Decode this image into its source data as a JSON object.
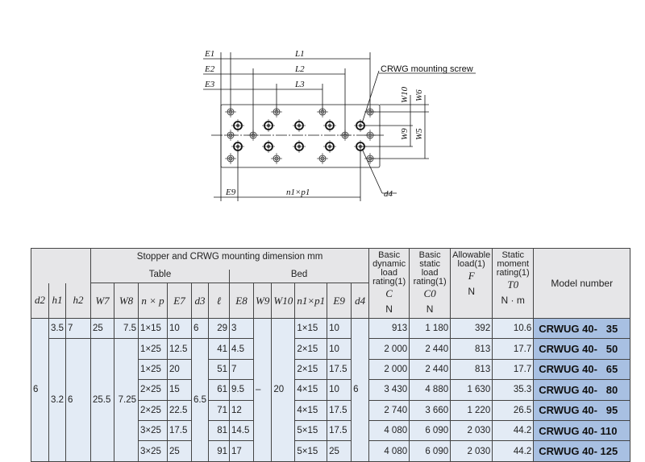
{
  "diagram": {
    "labels": {
      "E1": "E1",
      "E2": "E2",
      "E3": "E3",
      "L1": "L1",
      "L2": "L2",
      "L3": "L3",
      "W10": "W10",
      "W6": "W6",
      "W9": "W9",
      "W5": "W5",
      "E9": "E9",
      "n1p1": "n1×p1",
      "d4": "d4"
    },
    "callout": "CRWG mounting screw"
  },
  "table": {
    "group_title": "Stopper and CRWG mounting dimension   mm",
    "table_label": "Table",
    "bed_label": "Bed",
    "symbols": [
      "d2",
      "h1",
      "h2",
      "W7",
      "W8",
      "n × p",
      "E7",
      "d3",
      "ℓ",
      "E8",
      "W9",
      "W10",
      "n1×p1",
      "E9",
      "d4"
    ],
    "ratings": [
      {
        "title": "Basic dynamic load rating(1)",
        "symbol": "C",
        "unit": "N"
      },
      {
        "title": "Basic static load rating(1)",
        "symbol": "C0",
        "unit": "N"
      },
      {
        "title": "Allowable load(1)",
        "symbol": "F",
        "unit": "N"
      },
      {
        "title": "Static moment rating(1)",
        "symbol": "T0",
        "unit": "N · m"
      }
    ],
    "model_header": "Model number",
    "shared": {
      "d2": "6",
      "h1_first": "3.5",
      "h1_rest": "3.2",
      "h2_first": "7",
      "h2_rest": "6",
      "W7_first": "25",
      "W7_rest": "25.5",
      "W8_first": "7.5",
      "W8_rest": "7.25",
      "d3_first": "6",
      "d3_rest": "6.5",
      "W9": "–",
      "W10": "20",
      "d4": "6"
    },
    "rows": [
      {
        "nxp": "1×15",
        "E7": "10",
        "l": "29",
        "E8": "3",
        "n1p1": "1×15",
        "E9": "10",
        "C": "913",
        "C0": "1 180",
        "F": "392",
        "T0": "10.6",
        "model": "CRWUG 40-   35"
      },
      {
        "nxp": "1×25",
        "E7": "12.5",
        "l": "41",
        "E8": "4.5",
        "n1p1": "2×15",
        "E9": "10",
        "C": "2 000",
        "C0": "2 440",
        "F": "813",
        "T0": "17.7",
        "model": "CRWUG 40-   50"
      },
      {
        "nxp": "1×25",
        "E7": "20",
        "l": "51",
        "E8": "7",
        "n1p1": "2×15",
        "E9": "17.5",
        "C": "2 000",
        "C0": "2 440",
        "F": "813",
        "T0": "17.7",
        "model": "CRWUG 40-   65"
      },
      {
        "nxp": "2×25",
        "E7": "15",
        "l": "61",
        "E8": "9.5",
        "n1p1": "4×15",
        "E9": "10",
        "C": "3 430",
        "C0": "4 880",
        "F": "1 630",
        "T0": "35.3",
        "model": "CRWUG 40-   80"
      },
      {
        "nxp": "2×25",
        "E7": "22.5",
        "l": "71",
        "E8": "12",
        "n1p1": "4×15",
        "E9": "17.5",
        "C": "2 740",
        "C0": "3 660",
        "F": "1 220",
        "T0": "26.5",
        "model": "CRWUG 40-   95"
      },
      {
        "nxp": "3×25",
        "E7": "17.5",
        "l": "81",
        "E8": "14.5",
        "n1p1": "5×15",
        "E9": "17.5",
        "C": "4 080",
        "C0": "6 090",
        "F": "2 030",
        "T0": "44.2",
        "model": "CRWUG 40- 110"
      },
      {
        "nxp": "3×25",
        "E7": "25",
        "l": "91",
        "E8": "17",
        "n1p1": "5×15",
        "E9": "25",
        "C": "4 080",
        "C0": "6 090",
        "F": "2 030",
        "T0": "44.2",
        "model": "CRWUG 40- 125"
      }
    ]
  }
}
